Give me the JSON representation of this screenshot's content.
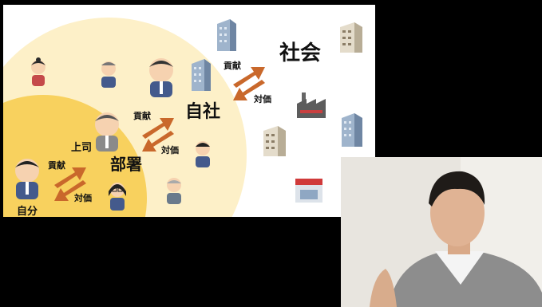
{
  "slide": {
    "society_label": "社会",
    "company_label": "自社",
    "department_label": "部署",
    "boss_label": "上司",
    "self_label": "自分",
    "exchanges": [
      {
        "contribution": "貢献",
        "compensation": "対価"
      },
      {
        "contribution": "貢献",
        "compensation": "対価"
      },
      {
        "contribution": "貢献",
        "compensation": "対価"
      }
    ],
    "colors": {
      "outer_circle": "#fdf0c8",
      "inner_circle": "#f8d15e",
      "arrow": "#c9682b"
    },
    "icons": [
      "person-icon",
      "office-building-icon",
      "factory-icon",
      "store-icon"
    ]
  },
  "webcam": {
    "description": "presenter video feed",
    "icon": "presenter-video"
  }
}
